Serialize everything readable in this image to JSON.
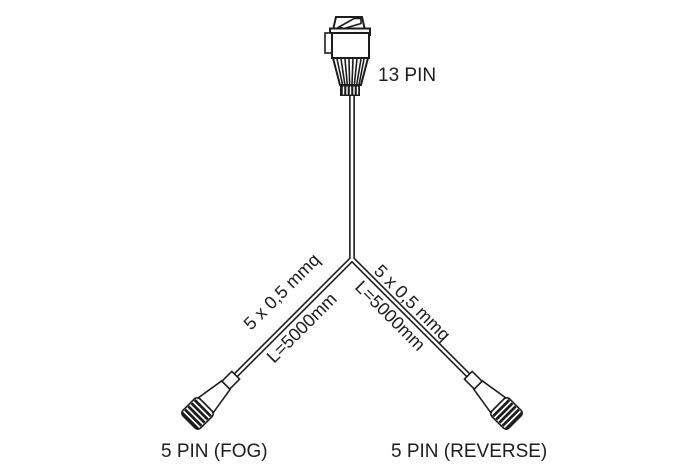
{
  "diagram": {
    "colors": {
      "background": "#ffffff",
      "line": "#1d1d1d",
      "text": "#1d1d1d"
    },
    "top_connector": {
      "label": "13 PIN"
    },
    "left_branch": {
      "spec": "5 x 0,5 mmq",
      "length": "L=5000mm",
      "connector_label": "5 PIN (FOG)"
    },
    "right_branch": {
      "spec": "5 x 0,5 mmq",
      "length": "L=5000mm",
      "connector_label": "5 PIN (REVERSE)"
    }
  }
}
